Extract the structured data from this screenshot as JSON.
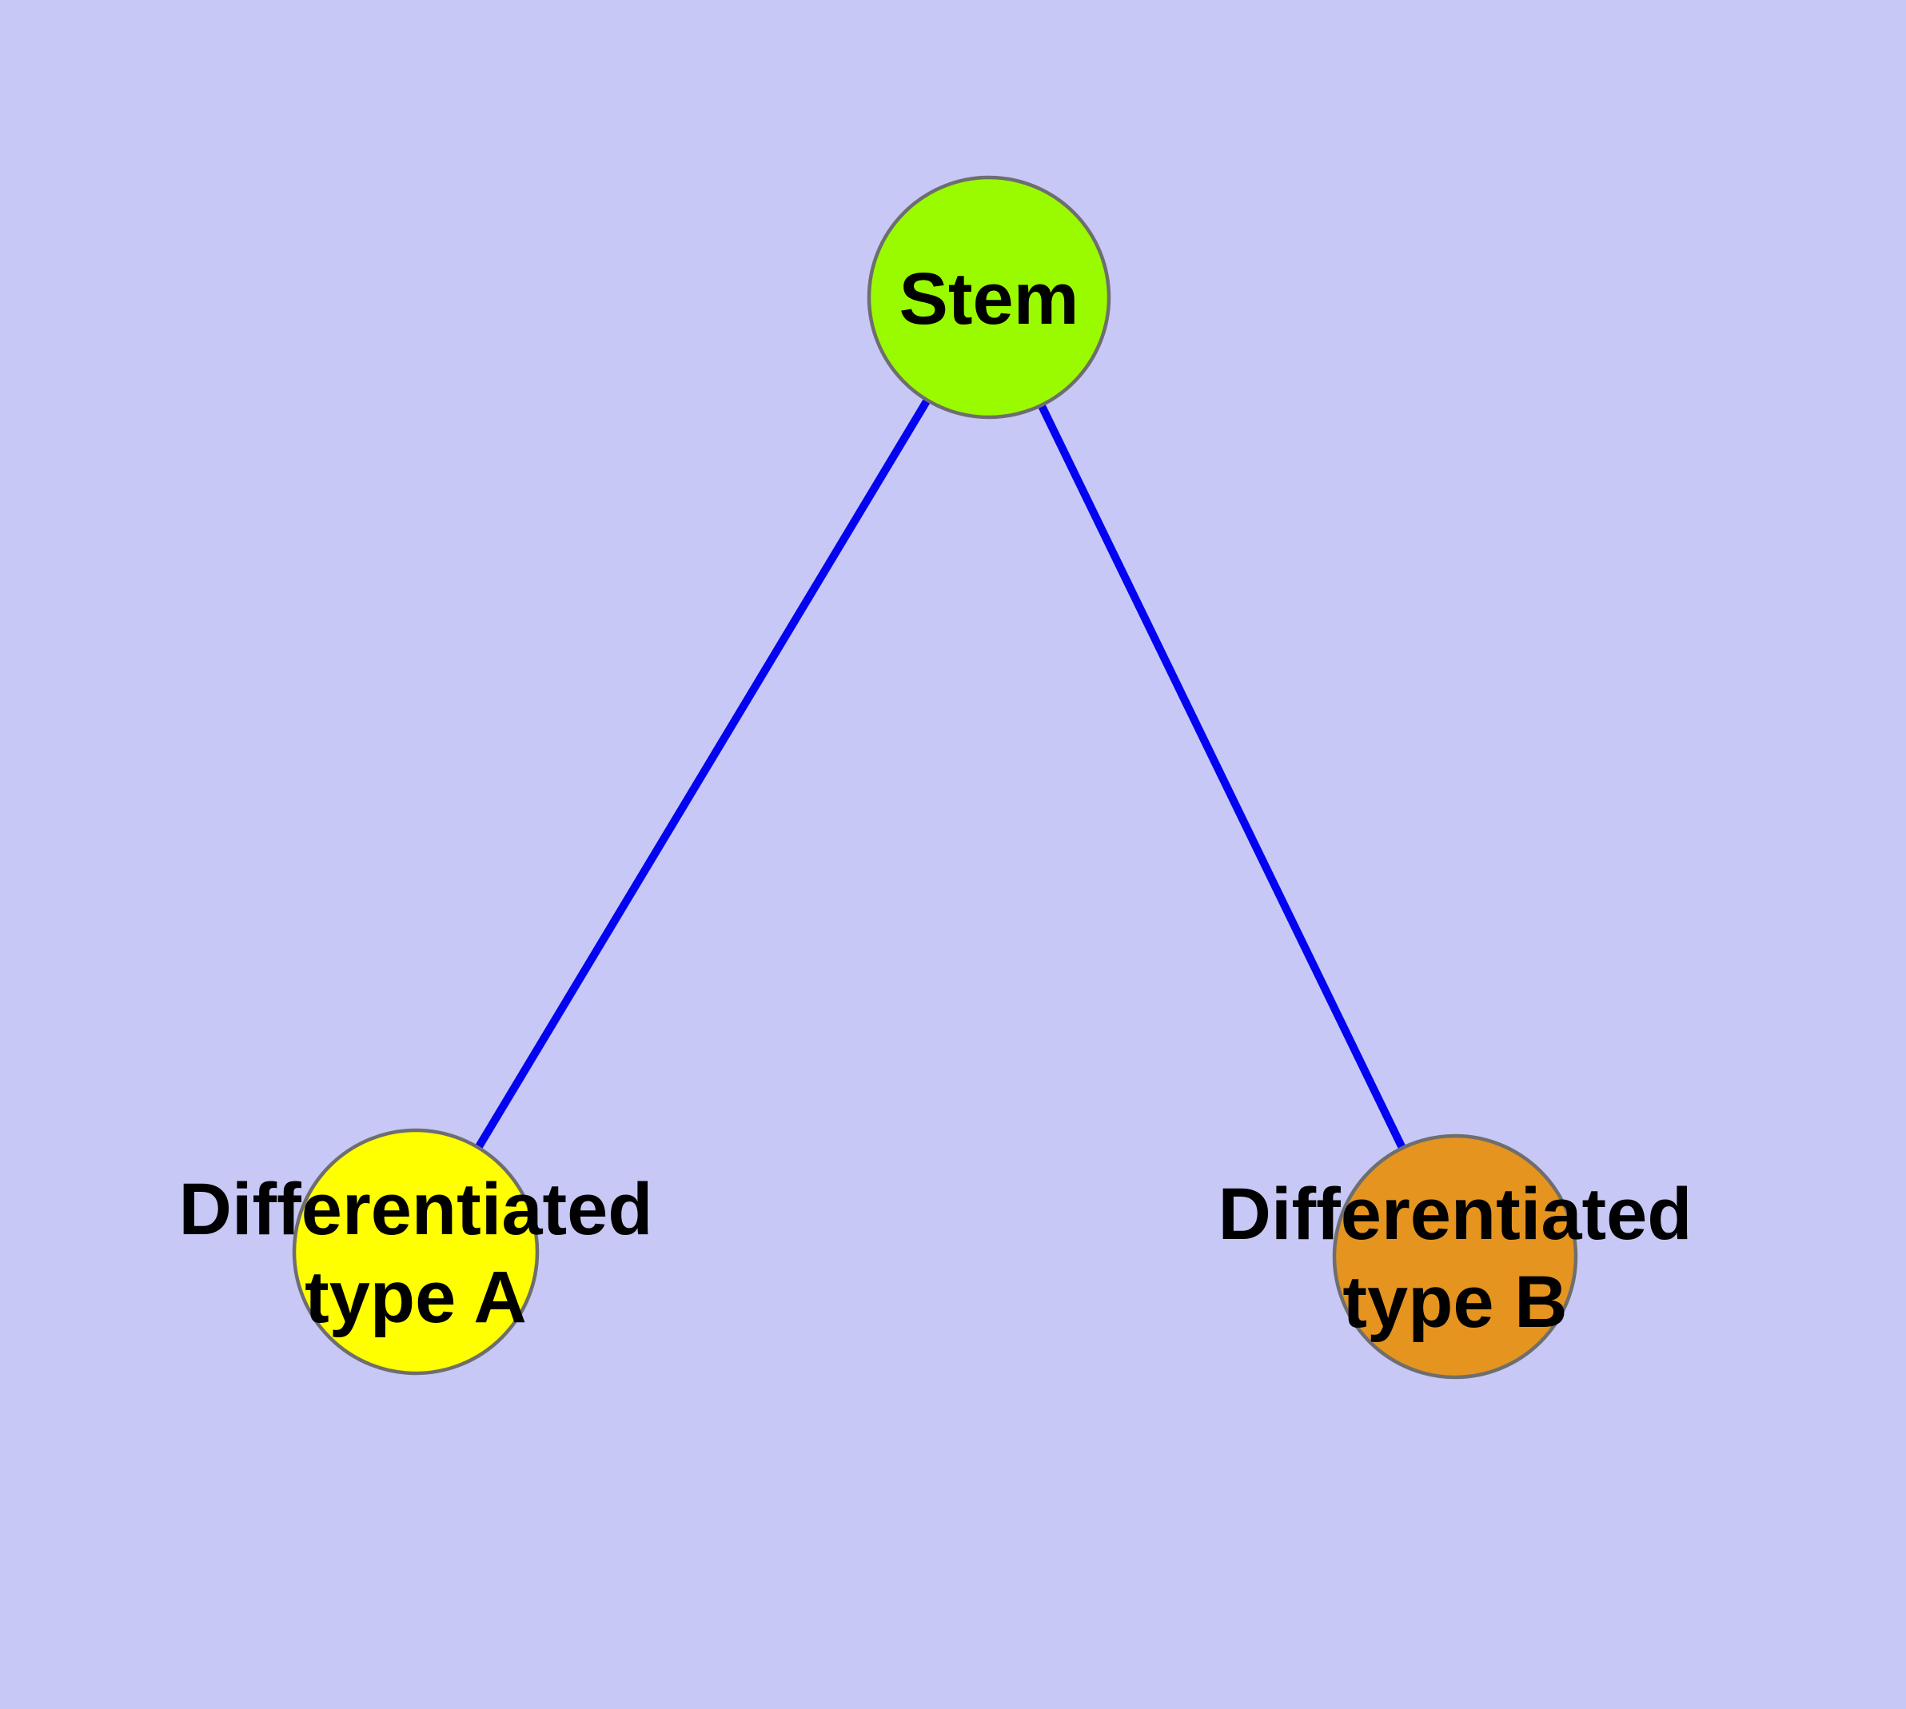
{
  "diagram": {
    "background_color": "#C8C8F6",
    "edge_color": "#0303F2",
    "node_border_color": "#6E6E6E",
    "label_color": "#000000",
    "nodes": [
      {
        "id": "stem",
        "label": "Stem",
        "lines": [
          "Stem"
        ],
        "color": "#9AFB00"
      },
      {
        "id": "type-a",
        "label": "Differentiated type A",
        "lines": [
          "Differentiated",
          "type A"
        ],
        "color": "#FFFF00"
      },
      {
        "id": "type-b",
        "label": "Differentiated type B",
        "lines": [
          "Differentiated",
          "type B"
        ],
        "color": "#E5941F"
      }
    ],
    "edges": [
      {
        "from": "Stem",
        "to": "Differentiated type A"
      },
      {
        "from": "Stem",
        "to": "Differentiated type B"
      }
    ]
  }
}
